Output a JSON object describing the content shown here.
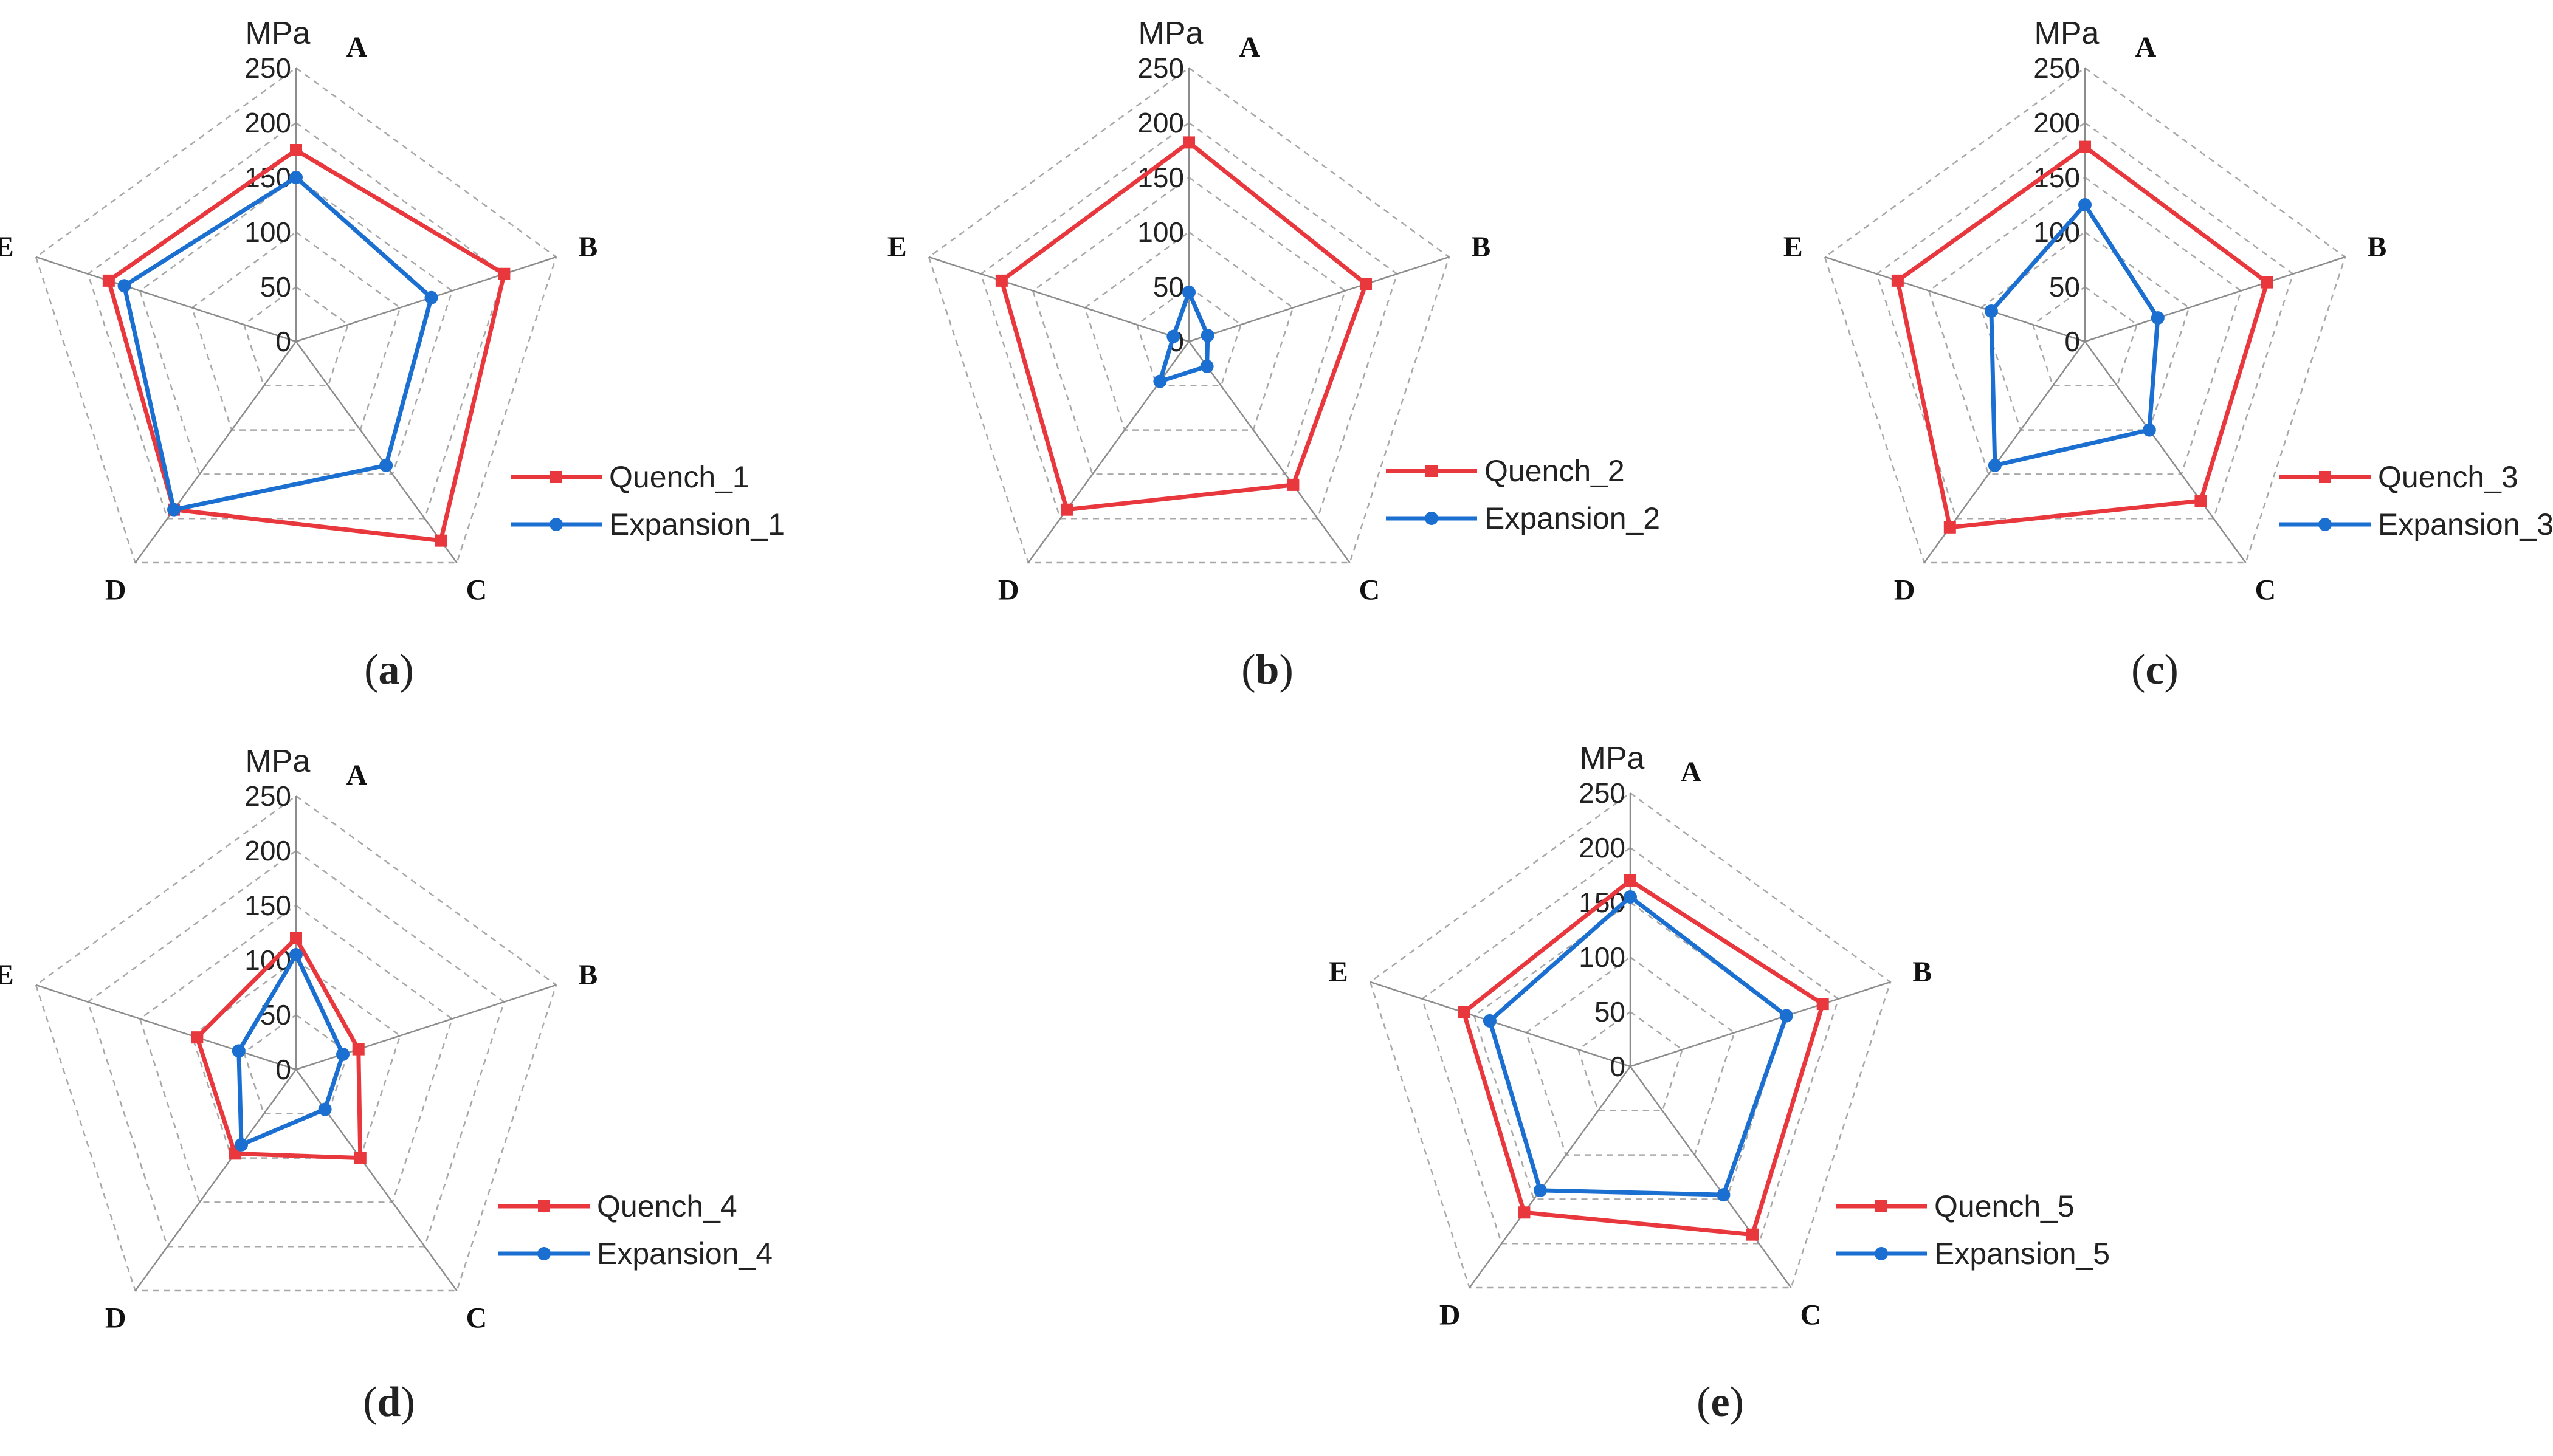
{
  "chart_data": [
    {
      "type": "radar",
      "panel_label": "a",
      "unit": "MPa",
      "axes": [
        "A",
        "B",
        "C",
        "D",
        "E"
      ],
      "ticks": [
        "0",
        "50",
        "100",
        "150",
        "200",
        "250"
      ],
      "rlim": [
        0,
        250
      ],
      "grid": "dashed",
      "legend_position": "right",
      "series": [
        {
          "name": "Quench_1",
          "values": [
            175,
            200,
            225,
            190,
            180
          ]
        },
        {
          "name": "Expansion_1",
          "values": [
            150,
            130,
            140,
            190,
            165
          ]
        }
      ]
    },
    {
      "type": "radar",
      "panel_label": "b",
      "unit": "MPa",
      "axes": [
        "A",
        "B",
        "C",
        "D",
        "E"
      ],
      "ticks": [
        "0",
        "50",
        "100",
        "150",
        "200",
        "250"
      ],
      "rlim": [
        0,
        250
      ],
      "grid": "dashed",
      "legend_position": "right",
      "series": [
        {
          "name": "Quench_2",
          "values": [
            182,
            170,
            162,
            190,
            180
          ]
        },
        {
          "name": "Expansion_2",
          "values": [
            45,
            18,
            28,
            45,
            15
          ]
        }
      ]
    },
    {
      "type": "radar",
      "panel_label": "c",
      "unit": "MPa",
      "axes": [
        "A",
        "B",
        "C",
        "D",
        "E"
      ],
      "ticks": [
        "0",
        "50",
        "100",
        "150",
        "200",
        "250"
      ],
      "rlim": [
        0,
        250
      ],
      "grid": "dashed",
      "legend_position": "right",
      "series": [
        {
          "name": "Quench_3",
          "values": [
            178,
            175,
            180,
            210,
            180
          ]
        },
        {
          "name": "Expansion_3",
          "values": [
            125,
            70,
            100,
            140,
            90
          ]
        }
      ]
    },
    {
      "type": "radar",
      "panel_label": "d",
      "unit": "MPa",
      "axes": [
        "A",
        "B",
        "C",
        "D",
        "E"
      ],
      "ticks": [
        "0",
        "50",
        "100",
        "150",
        "200",
        "250"
      ],
      "rlim": [
        0,
        250
      ],
      "grid": "dashed",
      "legend_position": "right",
      "series": [
        {
          "name": "Quench_4",
          "values": [
            120,
            60,
            100,
            95,
            95
          ]
        },
        {
          "name": "Expansion_4",
          "values": [
            105,
            45,
            45,
            85,
            55
          ]
        }
      ]
    },
    {
      "type": "radar",
      "panel_label": "e",
      "unit": "MPa",
      "axes": [
        "A",
        "B",
        "C",
        "D",
        "E"
      ],
      "ticks": [
        "0",
        "50",
        "100",
        "150",
        "200",
        "250"
      ],
      "rlim": [
        0,
        250
      ],
      "grid": "dashed",
      "legend_position": "right",
      "series": [
        {
          "name": "Quench_5",
          "values": [
            170,
            185,
            190,
            165,
            160
          ]
        },
        {
          "name": "Expansion_5",
          "values": [
            155,
            150,
            145,
            140,
            135
          ]
        }
      ]
    }
  ],
  "colors": {
    "quench": "#e8383d",
    "expansion": "#1a6fd1",
    "grid": "#a8a8a8",
    "spoke": "#8c8c8c"
  }
}
